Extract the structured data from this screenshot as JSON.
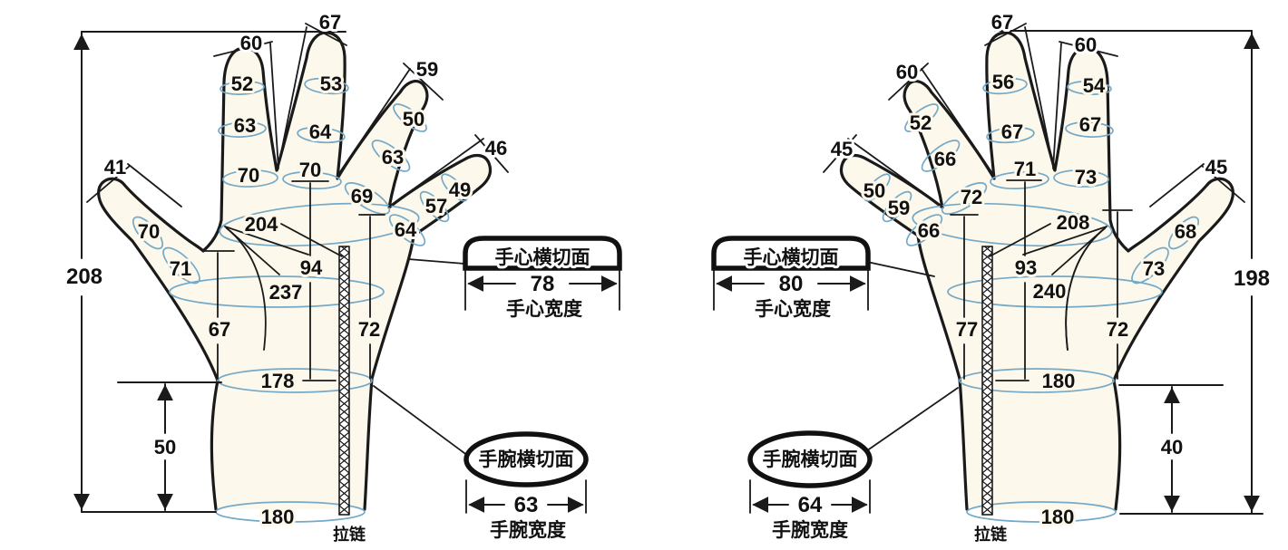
{
  "title_note": "glove measurement spec diagram",
  "colors": {
    "outline": "#1a1a1a",
    "section_line_blue": "#74a9c8",
    "glove_fill": "#fcf8eb"
  },
  "left_hand": {
    "overall_length": "208",
    "cuff_height": "50",
    "fingers": {
      "thumb": {
        "tip": "41",
        "rings": [
          "70",
          "71"
        ]
      },
      "index": {
        "tip": "60",
        "rings": [
          "52",
          "63",
          "70"
        ]
      },
      "middle": {
        "tip": "67",
        "rings": [
          "53",
          "64",
          "70"
        ]
      },
      "ring": {
        "tip": "59",
        "rings": [
          "50",
          "63",
          "69"
        ]
      },
      "pinky": {
        "tip": "46",
        "rings": [
          "49",
          "57",
          "64"
        ]
      }
    },
    "palm": {
      "knuckle_girth": "204",
      "palm_length": "94",
      "palm_girth": "237",
      "thumb_side": "67",
      "pinky_side": "72",
      "wrist_girth": "178",
      "cuff_girth": "180"
    },
    "zipper": "拉链"
  },
  "left_callouts": {
    "palm_section_title": "手心横切面",
    "palm_width": "78",
    "palm_width_label": "手心宽度",
    "wrist_section_title": "手腕横切面",
    "wrist_width": "63",
    "wrist_width_label": "手腕宽度"
  },
  "right_hand": {
    "overall_length": "198",
    "cuff_height": "40",
    "fingers": {
      "thumb": {
        "tip": "45",
        "rings": [
          "68",
          "73"
        ]
      },
      "index": {
        "tip": "60",
        "rings": [
          "54",
          "67",
          "73"
        ]
      },
      "middle": {
        "tip": "67",
        "rings": [
          "56",
          "67",
          "71"
        ]
      },
      "ring": {
        "tip": "60",
        "rings": [
          "52",
          "66",
          "72"
        ]
      },
      "pinky": {
        "tip": "45",
        "rings": [
          "50",
          "59",
          "66"
        ]
      }
    },
    "palm": {
      "knuckle_girth": "208",
      "palm_length": "93",
      "palm_girth": "240",
      "pinky_side": "77",
      "thumb_side": "72",
      "wrist_girth": "180",
      "cuff_girth": "180"
    },
    "zipper": "拉链"
  },
  "right_callouts": {
    "palm_section_title": "手心横切面",
    "palm_width": "80",
    "palm_width_label": "手心宽度",
    "wrist_section_title": "手腕横切面",
    "wrist_width": "64",
    "wrist_width_label": "手腕宽度"
  }
}
